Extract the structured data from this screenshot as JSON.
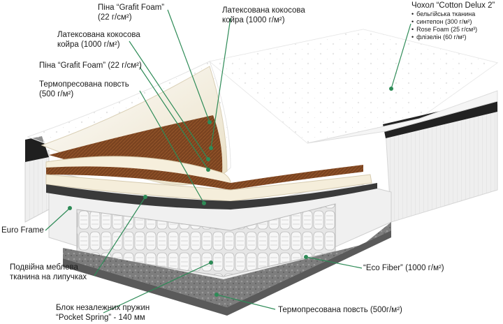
{
  "labels": {
    "grafit_top": {
      "line1": "Піна “Grafit Foam”",
      "line2": "(22 г/см²)"
    },
    "latex_coir_top": {
      "line1": "Латексована кокосова",
      "line2": "койра (1000 г/м²)"
    },
    "latex_coir_left": {
      "line1": "Латексована кокосова",
      "line2": "койра (1000 г/м²)"
    },
    "grafit_left": {
      "line1": "Піна “Grafit Foam” (22 г/см²)"
    },
    "felt_left": {
      "line1": "Термопресована повсть",
      "line2": "(500 г/м²)"
    },
    "euro_frame": {
      "line1": "Euro Frame"
    },
    "double_fabric": {
      "line1": "Подвійна меблева",
      "line2": "тканина на липучках"
    },
    "pocket_spring": {
      "line1": "Блок незалежних пружин",
      "line2": "“Pocket Spring” - 140 мм"
    },
    "eco_fiber": {
      "line1": "“Eco Fiber” (1000 г/м²)"
    },
    "felt_bottom": {
      "line1": "Термопресована повсть (500г/м²)"
    }
  },
  "cover": {
    "title": "Чохол “Cotton Delux 2”",
    "items": [
      "бельгійська тканина",
      "синтепон (300 г/м²)",
      "Rose Foam (25 г/см³)",
      "флізелін (60 г/м²)"
    ]
  },
  "colors": {
    "accent": "#2e8b57",
    "coir": "#7a4320",
    "foam": "#f3ead4"
  }
}
